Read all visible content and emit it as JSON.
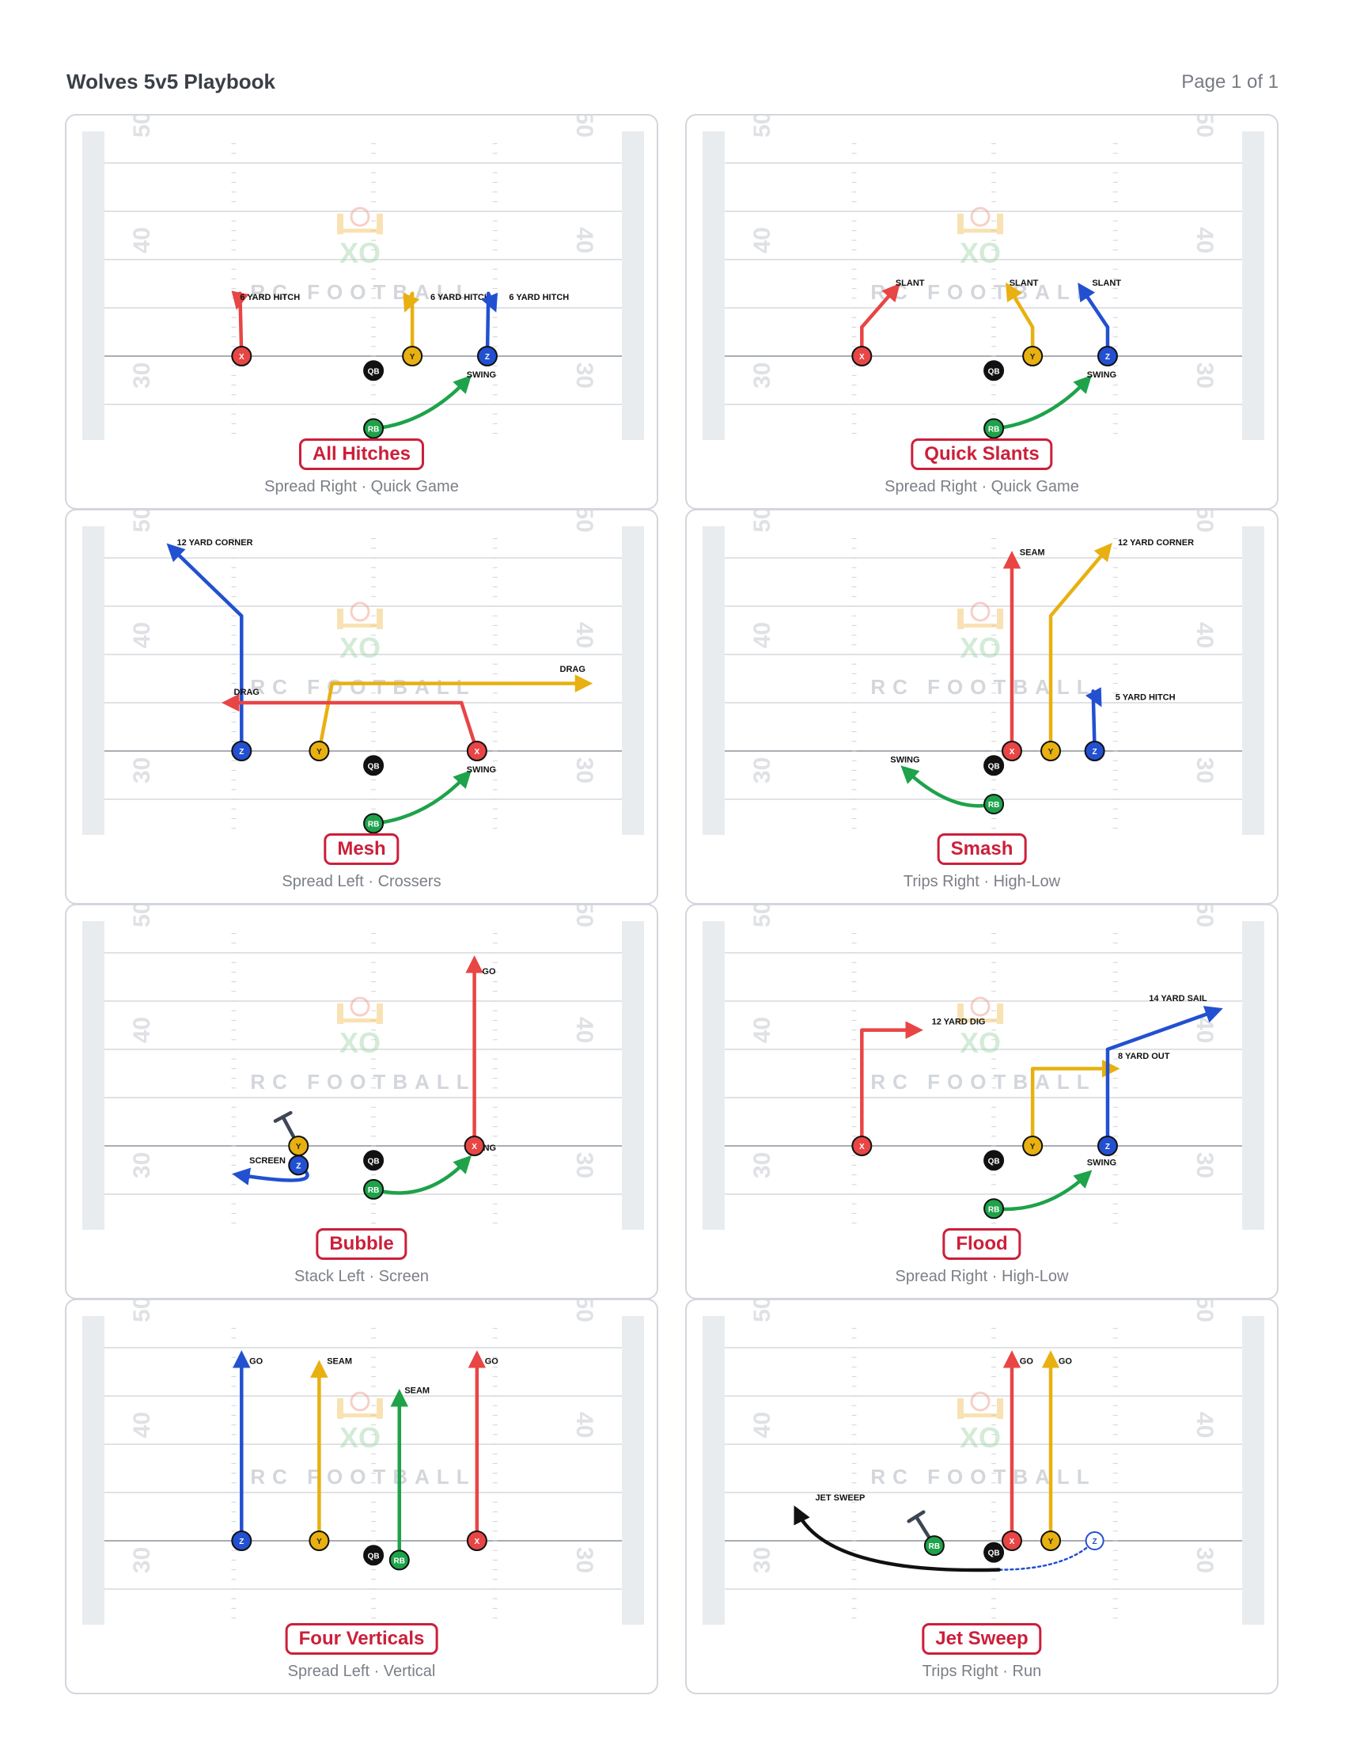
{
  "header": {
    "title": "Wolves 5v5 Playbook",
    "page": "Page 1 of 1"
  },
  "field": {
    "yard_numbers": [
      "50",
      "40",
      "30"
    ],
    "watermark_text": "RC FOOTBALL",
    "watermark_logo": "XO"
  },
  "colors": {
    "X": "#e84545",
    "Y": "#e8b010",
    "Z": "#2250d0",
    "RB": "#1ea24a",
    "QB": "#111111",
    "title_accent": "#cc1f3a"
  },
  "plays": [
    {
      "name": "All Hitches",
      "formation": "Spread Right",
      "category": "Quick Game",
      "players": [
        {
          "id": "X",
          "x": 0.265,
          "y": 0
        },
        {
          "id": "Y",
          "x": 0.595,
          "y": 0
        },
        {
          "id": "Z",
          "x": 0.74,
          "y": 0
        },
        {
          "id": "QB",
          "x": 0.52,
          "y": -1.5
        },
        {
          "id": "RB",
          "x": 0.52,
          "y": -7.5
        }
      ],
      "routes": [
        {
          "player": "X",
          "label": "6 YARD HITCH",
          "points": [
            [
              0.265,
              0
            ],
            [
              0.262,
              6.5
            ],
            [
              0.258,
              5.5
            ]
          ],
          "label_at": [
            0.262,
            5.8
          ]
        },
        {
          "player": "Y",
          "label": "6 YARD HITCH",
          "points": [
            [
              0.595,
              0
            ],
            [
              0.595,
              6.5
            ],
            [
              0.585,
              5.2
            ]
          ],
          "label_at": [
            0.63,
            5.8
          ]
        },
        {
          "player": "Z",
          "label": "6 YARD HITCH",
          "points": [
            [
              0.74,
              0
            ],
            [
              0.742,
              6.5
            ],
            [
              0.752,
              5.2
            ]
          ],
          "label_at": [
            0.782,
            5.8
          ]
        },
        {
          "player": "RB",
          "label": "SWING",
          "curve": true,
          "points": [
            [
              0.52,
              -7.5
            ],
            [
              0.62,
              -7.0
            ],
            [
              0.7,
              -2.5
            ]
          ],
          "label_at": [
            0.7,
            -2.2
          ]
        }
      ]
    },
    {
      "name": "Quick Slants",
      "formation": "Spread Right",
      "category": "Quick Game",
      "players": [
        {
          "id": "X",
          "x": 0.265,
          "y": 0
        },
        {
          "id": "Y",
          "x": 0.595,
          "y": 0
        },
        {
          "id": "Z",
          "x": 0.74,
          "y": 0
        },
        {
          "id": "QB",
          "x": 0.52,
          "y": -1.5
        },
        {
          "id": "RB",
          "x": 0.52,
          "y": -7.5
        }
      ],
      "routes": [
        {
          "player": "X",
          "label": "SLANT",
          "points": [
            [
              0.265,
              0
            ],
            [
              0.265,
              3
            ],
            [
              0.33,
              7
            ]
          ],
          "label_at": [
            0.33,
            7.3
          ]
        },
        {
          "player": "Y",
          "label": "SLANT",
          "points": [
            [
              0.595,
              0
            ],
            [
              0.595,
              3
            ],
            [
              0.55,
              7
            ]
          ],
          "label_at": [
            0.55,
            7.3
          ]
        },
        {
          "player": "Z",
          "label": "SLANT",
          "points": [
            [
              0.74,
              0
            ],
            [
              0.74,
              3
            ],
            [
              0.69,
              7
            ]
          ],
          "label_at": [
            0.71,
            7.3
          ]
        },
        {
          "player": "RB",
          "label": "SWING",
          "curve": true,
          "points": [
            [
              0.52,
              -7.5
            ],
            [
              0.62,
              -7.0
            ],
            [
              0.7,
              -2.5
            ]
          ],
          "label_at": [
            0.7,
            -2.2
          ]
        }
      ]
    },
    {
      "name": "Mesh",
      "formation": "Spread Left",
      "category": "Crossers",
      "players": [
        {
          "id": "Z",
          "x": 0.265,
          "y": 0
        },
        {
          "id": "Y",
          "x": 0.415,
          "y": 0
        },
        {
          "id": "X",
          "x": 0.72,
          "y": 0
        },
        {
          "id": "QB",
          "x": 0.52,
          "y": -1.5
        },
        {
          "id": "RB",
          "x": 0.52,
          "y": -7.5
        }
      ],
      "routes": [
        {
          "player": "Z",
          "label": "12 YARD CORNER",
          "points": [
            [
              0.265,
              0
            ],
            [
              0.265,
              14
            ],
            [
              0.13,
              21
            ]
          ],
          "label_at": [
            0.14,
            21.3
          ]
        },
        {
          "player": "Y",
          "label": "DRAG",
          "points": [
            [
              0.415,
              0
            ],
            [
              0.44,
              7
            ],
            [
              0.93,
              7
            ]
          ],
          "label_at": [
            0.88,
            8.2
          ]
        },
        {
          "player": "X",
          "label": "DRAG",
          "points": [
            [
              0.72,
              0
            ],
            [
              0.69,
              5
            ],
            [
              0.24,
              5
            ]
          ],
          "label_at": [
            0.25,
            5.8
          ]
        },
        {
          "player": "RB",
          "label": "SWING",
          "curve": true,
          "points": [
            [
              0.52,
              -7.5
            ],
            [
              0.62,
              -7.0
            ],
            [
              0.7,
              -2.5
            ]
          ],
          "label_at": [
            0.7,
            -2.2
          ]
        }
      ]
    },
    {
      "name": "Smash",
      "formation": "Trips Right",
      "category": "High-Low",
      "players": [
        {
          "id": "X",
          "x": 0.555,
          "y": 0
        },
        {
          "id": "Y",
          "x": 0.63,
          "y": 0
        },
        {
          "id": "Z",
          "x": 0.715,
          "y": 0
        },
        {
          "id": "QB",
          "x": 0.52,
          "y": -1.5
        },
        {
          "id": "RB",
          "x": 0.52,
          "y": -5.5
        }
      ],
      "routes": [
        {
          "player": "X",
          "label": "SEAM",
          "points": [
            [
              0.555,
              0
            ],
            [
              0.555,
              20
            ]
          ],
          "label_at": [
            0.57,
            20.3
          ]
        },
        {
          "player": "Y",
          "label": "12 YARD CORNER",
          "points": [
            [
              0.63,
              0
            ],
            [
              0.63,
              14
            ],
            [
              0.74,
              21
            ]
          ],
          "label_at": [
            0.76,
            21.3
          ]
        },
        {
          "player": "Z",
          "label": "5 YARD HITCH",
          "points": [
            [
              0.715,
              0
            ],
            [
              0.712,
              6.2
            ],
            [
              0.722,
              5.2
            ]
          ],
          "label_at": [
            0.755,
            5.3
          ]
        },
        {
          "player": "RB",
          "label": "SWING",
          "curve": true,
          "points": [
            [
              0.52,
              -5.5
            ],
            [
              0.44,
              -6.5
            ],
            [
              0.35,
              -2
            ]
          ],
          "label_at": [
            0.32,
            -1.2
          ]
        }
      ]
    },
    {
      "name": "Bubble",
      "formation": "Stack Left",
      "category": "Screen",
      "players": [
        {
          "id": "Y",
          "x": 0.375,
          "y": 0
        },
        {
          "id": "Z",
          "x": 0.375,
          "y": -2
        },
        {
          "id": "X",
          "x": 0.715,
          "y": 0
        },
        {
          "id": "QB",
          "x": 0.52,
          "y": -1.5
        },
        {
          "id": "RB",
          "x": 0.52,
          "y": -4.5
        }
      ],
      "routes": [
        {
          "player": "Y",
          "label": "",
          "block": true,
          "points": [
            [
              0.375,
              0
            ],
            [
              0.345,
              3
            ]
          ]
        },
        {
          "player": "Z",
          "label": "SCREEN",
          "curve": true,
          "points": [
            [
              0.375,
              -2
            ],
            [
              0.44,
              -4.5
            ],
            [
              0.26,
              -3
            ]
          ],
          "label_at": [
            0.28,
            -1.8
          ]
        },
        {
          "player": "X",
          "label": "GO",
          "points": [
            [
              0.715,
              0
            ],
            [
              0.715,
              19
            ]
          ],
          "label_at": [
            0.73,
            17.8
          ]
        },
        {
          "player": "RB",
          "label": "SWING",
          "curve": true,
          "points": [
            [
              0.52,
              -4.5
            ],
            [
              0.62,
              -6.0
            ],
            [
              0.7,
              -1.5
            ]
          ],
          "label_at": [
            0.7,
            -0.5
          ]
        }
      ]
    },
    {
      "name": "Flood",
      "formation": "Spread Right",
      "category": "High-Low",
      "players": [
        {
          "id": "X",
          "x": 0.265,
          "y": 0
        },
        {
          "id": "Y",
          "x": 0.595,
          "y": 0
        },
        {
          "id": "Z",
          "x": 0.74,
          "y": 0
        },
        {
          "id": "QB",
          "x": 0.52,
          "y": -1.5
        },
        {
          "id": "RB",
          "x": 0.52,
          "y": -6.5
        }
      ],
      "routes": [
        {
          "player": "X",
          "label": "12 YARD DIG",
          "points": [
            [
              0.265,
              0
            ],
            [
              0.265,
              12
            ],
            [
              0.37,
              12
            ]
          ],
          "label_at": [
            0.4,
            12.6
          ]
        },
        {
          "player": "Y",
          "label": "8 YARD OUT",
          "points": [
            [
              0.595,
              0
            ],
            [
              0.595,
              8
            ],
            [
              0.75,
              8
            ]
          ],
          "label_at": [
            0.76,
            9
          ]
        },
        {
          "player": "Z",
          "label": "14 YARD SAIL",
          "points": [
            [
              0.74,
              0
            ],
            [
              0.74,
              10
            ],
            [
              0.95,
              14
            ]
          ],
          "label_at": [
            0.82,
            15
          ]
        },
        {
          "player": "RB",
          "label": "SWING",
          "curve": true,
          "points": [
            [
              0.52,
              -6.5
            ],
            [
              0.62,
              -7.0
            ],
            [
              0.7,
              -3
            ]
          ],
          "label_at": [
            0.7,
            -2
          ]
        }
      ]
    },
    {
      "name": "Four Verticals",
      "formation": "Spread Left",
      "category": "Vertical",
      "players": [
        {
          "id": "Z",
          "x": 0.265,
          "y": 0
        },
        {
          "id": "Y",
          "x": 0.415,
          "y": 0
        },
        {
          "id": "X",
          "x": 0.72,
          "y": 0
        },
        {
          "id": "QB",
          "x": 0.52,
          "y": -1.5
        },
        {
          "id": "RB",
          "x": 0.57,
          "y": -2
        }
      ],
      "routes": [
        {
          "player": "Z",
          "label": "GO",
          "points": [
            [
              0.265,
              0
            ],
            [
              0.265,
              19
            ]
          ],
          "label_at": [
            0.28,
            18.3
          ]
        },
        {
          "player": "Y",
          "label": "SEAM",
          "points": [
            [
              0.415,
              0
            ],
            [
              0.415,
              18
            ]
          ],
          "label_at": [
            0.43,
            18.3
          ]
        },
        {
          "player": "RB",
          "label": "SEAM",
          "points": [
            [
              0.57,
              -2
            ],
            [
              0.57,
              15
            ]
          ],
          "label_at": [
            0.58,
            15.3
          ]
        },
        {
          "player": "X",
          "label": "GO",
          "points": [
            [
              0.72,
              0
            ],
            [
              0.72,
              19
            ]
          ],
          "label_at": [
            0.735,
            18.3
          ]
        }
      ]
    },
    {
      "name": "Jet Sweep",
      "formation": "Trips Right",
      "category": "Run",
      "players": [
        {
          "id": "RB",
          "x": 0.405,
          "y": -0.5
        },
        {
          "id": "QB",
          "x": 0.52,
          "y": -1.2
        },
        {
          "id": "X",
          "x": 0.555,
          "y": 0
        },
        {
          "id": "Y",
          "x": 0.63,
          "y": 0
        },
        {
          "id": "Z",
          "x": 0.715,
          "y": 0,
          "motion": true
        }
      ],
      "routes": [
        {
          "player": "RB",
          "label": "",
          "block": true,
          "points": [
            [
              0.405,
              -0.5
            ],
            [
              0.37,
              2.5
            ]
          ]
        },
        {
          "player": "X",
          "label": "GO",
          "points": [
            [
              0.555,
              0
            ],
            [
              0.555,
              19
            ]
          ],
          "label_at": [
            0.57,
            18.3
          ]
        },
        {
          "player": "Y",
          "label": "GO",
          "points": [
            [
              0.63,
              0
            ],
            [
              0.63,
              19
            ]
          ],
          "label_at": [
            0.645,
            18.3
          ]
        },
        {
          "player": "Z",
          "label": "",
          "dashed": true,
          "curve": true,
          "points": [
            [
              0.715,
              0
            ],
            [
              0.66,
              -3
            ],
            [
              0.53,
              -3
            ]
          ]
        },
        {
          "player": "QB",
          "label": "JET SWEEP",
          "ball": true,
          "curve": true,
          "points": [
            [
              0.53,
              -3
            ],
            [
              0.2,
              -3.5
            ],
            [
              0.14,
              3
            ]
          ],
          "label_at": [
            0.175,
            4.2
          ]
        }
      ]
    }
  ]
}
